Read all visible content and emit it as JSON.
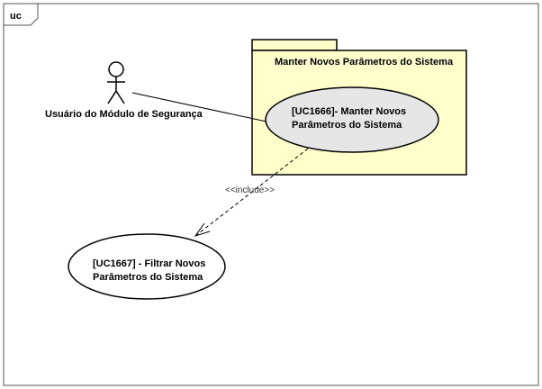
{
  "frame": {
    "label": "uc"
  },
  "package": {
    "title": "Manter Novos Parâmetros do Sistema"
  },
  "actor": {
    "name": "Usuário do Módulo de Segurança"
  },
  "usecase_main": {
    "line1": "[UC1666]- Manter Novos",
    "line2": "Parâmetros do Sistema"
  },
  "usecase_filter": {
    "line1": "[UC1667] - Filtrar Novos",
    "line2": "Parâmetros do Sistema"
  },
  "relation": {
    "label": "<<include>>"
  },
  "colors": {
    "package_fill": "#ffffcc",
    "usecase_main_fill": "#e6e6e6",
    "usecase_filter_fill": "#ffffff",
    "stroke": "#000000"
  }
}
